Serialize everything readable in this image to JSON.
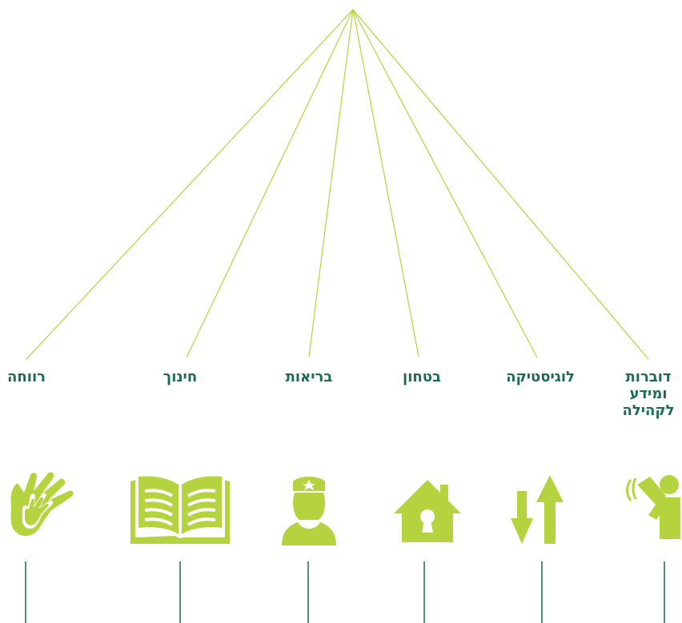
{
  "colors": {
    "connector_line": "#b5d33e",
    "icon_fill": "#b5d33e",
    "label_text": "#1e6b52",
    "stem_line": "#1e6b52",
    "background": "#ffffff"
  },
  "diagram": {
    "branches": [
      {
        "label": "רווחה",
        "icon": "hands-icon"
      },
      {
        "label": "חינוך",
        "icon": "open-book-icon"
      },
      {
        "label": "בריאות",
        "icon": "nurse-icon"
      },
      {
        "label": "בטחון",
        "icon": "home-lock-icon"
      },
      {
        "label": "לוגיסטיקה",
        "icon": "arrows-up-down-icon"
      },
      {
        "label_lines": [
          "דוברות",
          "ומידע",
          "לקהילה"
        ],
        "icon": "megaphone-person-icon"
      }
    ]
  }
}
